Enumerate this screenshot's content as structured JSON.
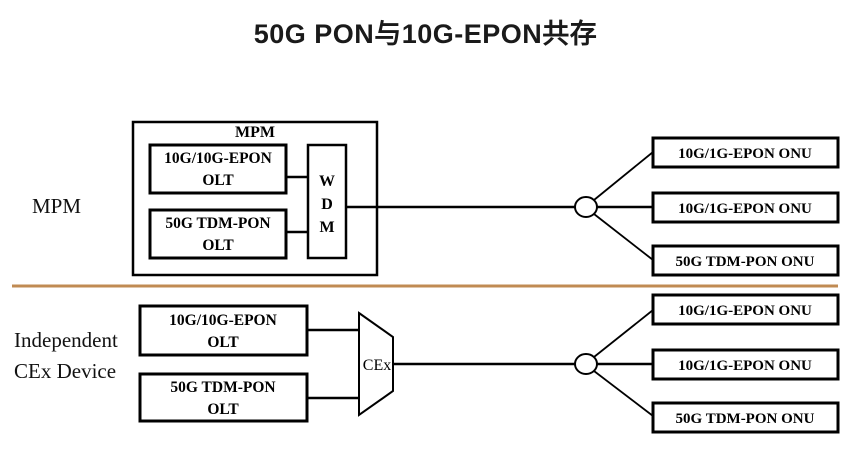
{
  "title": "50G PON与10G-EPON共存",
  "colors": {
    "line": "#000000",
    "divider": "#c08b53",
    "text": "#000000",
    "background": "#ffffff"
  },
  "rows": {
    "top": {
      "side_label": "MPM",
      "container_caption": "MPM",
      "olt_boxes": [
        {
          "line1": "10G/10G-EPON",
          "line2": "OLT"
        },
        {
          "line1": "50G TDM-PON",
          "line2": "OLT"
        }
      ],
      "combiner": {
        "type": "wdm",
        "letters": [
          "W",
          "D",
          "M"
        ]
      },
      "splitter": {
        "type": "optical-splitter"
      },
      "onu_boxes": [
        {
          "label": "10G/1G-EPON  ONU"
        },
        {
          "label": "10G/1G-EPON  ONU"
        },
        {
          "label": "50G TDM-PON ONU"
        }
      ]
    },
    "bottom": {
      "side_label_line1": "Independent",
      "side_label_line2": "CEx Device",
      "olt_boxes": [
        {
          "line1": "10G/10G-EPON",
          "line2": "OLT"
        },
        {
          "line1": "50G TDM-PON",
          "line2": "OLT"
        }
      ],
      "combiner": {
        "type": "cex",
        "label": "CEx"
      },
      "splitter": {
        "type": "optical-splitter"
      },
      "onu_boxes": [
        {
          "label": "10G/1G-EPON  ONU"
        },
        {
          "label": "10G/1G-EPON  ONU"
        },
        {
          "label": "50G TDM-PON ONU"
        }
      ]
    }
  }
}
